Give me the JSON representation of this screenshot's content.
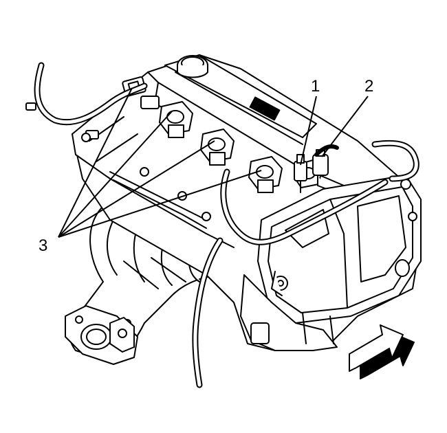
{
  "diagram": {
    "callouts": [
      {
        "id": "1",
        "label": "1"
      },
      {
        "id": "2",
        "label": "2"
      },
      {
        "id": "3",
        "label": "3"
      }
    ],
    "colors": {
      "line": "#000000",
      "fill": "#ffffff"
    },
    "icons": {
      "orientation": "direction-arrow-icon"
    }
  }
}
